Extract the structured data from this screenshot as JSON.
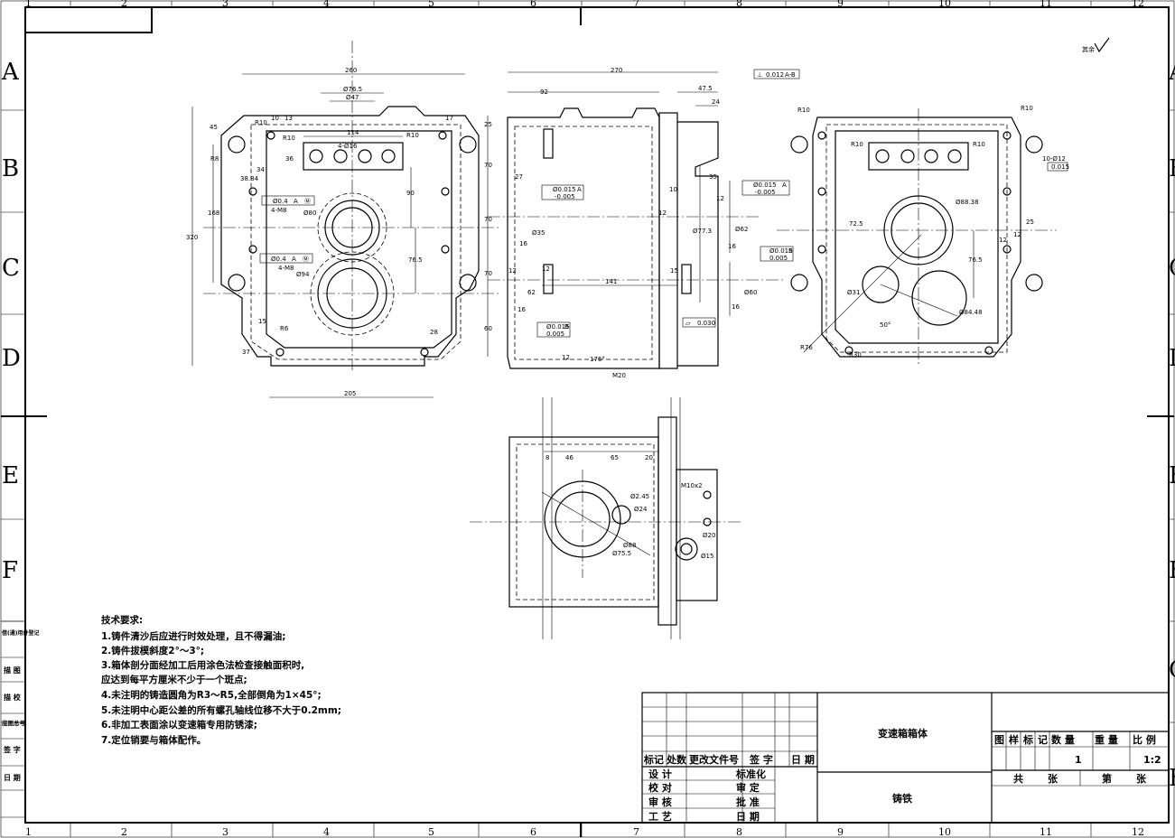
{
  "zones": {
    "columns": [
      "1",
      "2",
      "3",
      "4",
      "5",
      "6",
      "7",
      "8",
      "9",
      "10",
      "11",
      "12"
    ],
    "rows": [
      "A",
      "B",
      "C",
      "D",
      "E",
      "F",
      "G",
      "H"
    ]
  },
  "roughness_mark": "其余",
  "view_top_left": {
    "dims": [
      "260",
      "Ø76.5",
      "Ø47",
      "114",
      "10",
      "13",
      "R10",
      "17",
      "25",
      "70",
      "70",
      "70",
      "60",
      "45",
      "R8",
      "34",
      "38.84",
      "36",
      "4-Ø16",
      "90",
      "168",
      "320",
      "Ø80",
      "4-M8",
      "76.5",
      "4-M8",
      "Ø94",
      "15",
      "R6",
      "28",
      "37",
      "205",
      "R10",
      "R10"
    ],
    "gdt1": [
      "Ø0.4",
      "A",
      "Ⓜ"
    ],
    "gdt2": [
      "Ø0.4",
      "A",
      "Ⓜ"
    ]
  },
  "view_top_mid": {
    "dims": [
      "270",
      "92",
      "47.5",
      "24",
      "27",
      "35",
      "12",
      "12",
      "Ø35",
      "16",
      "Ø77.3",
      "Ø62",
      "16",
      "141",
      "12",
      "15",
      "Ø60",
      "16",
      "12",
      "62",
      "16",
      "176°",
      "M20",
      "12",
      "10"
    ],
    "datum_top": [
      "⊥",
      "0.012",
      "A-B"
    ],
    "gdt_a": [
      "Ø0.015",
      "A",
      "-0.005"
    ],
    "gdt_b": [
      "Ø0.015",
      "A",
      "-0.005"
    ],
    "gdt_c": [
      "Ø0.015",
      "B",
      "0.005"
    ],
    "gdt_d": [
      "Ø0.015",
      "B",
      "0.005"
    ],
    "flat": [
      "▱",
      "0.030"
    ]
  },
  "view_top_right": {
    "dims": [
      "R10",
      "R10",
      "R10",
      "R10",
      "10-Ø12",
      "0.015",
      "72.5",
      "Ø88.38",
      "12",
      "12",
      "76.5",
      "Ø31",
      "50°",
      "Ø84.48",
      "R76",
      "R30",
      "25"
    ]
  },
  "view_bottom": {
    "dims": [
      "8",
      "46",
      "65",
      "20",
      "M10x2",
      "Ø2.45",
      "Ø24",
      "Ø88",
      "Ø75.5",
      "Ø20",
      "Ø15"
    ]
  },
  "notes": {
    "title": "技术要求:",
    "lines": [
      "1.铸件清沙后应进行时效处理，且不得漏油;",
      "2.铸件拔模斜度2°～3°;",
      "3.箱体剖分面经加工后用涂色法检查接触面积时,",
      "   应达到每平方厘米不少于一个斑点;",
      "4.未注明的铸造圆角为R3～R5,全部倒角为1×45°;",
      "5.未注明中心距公差的所有螺孔轴线位移不大于0.2mm;",
      "6.非加工表面涂以变速箱专用防锈漆;",
      "7.定位销要与箱体配作。"
    ]
  },
  "side_labels": [
    "借(通)用件登记",
    "描 图",
    "描 校",
    "底图总号",
    "签 字",
    "日 期"
  ],
  "title_block": {
    "rev_header": [
      "标记",
      "处数",
      "更改文件号",
      "签 字",
      "日 期"
    ],
    "roles_left": [
      "设 计",
      "校 对",
      "审 核",
      "工 艺"
    ],
    "roles_right": [
      "标准化",
      "审 定",
      "批 准",
      "日 期"
    ],
    "part_name": "变速箱箱体",
    "material": "铸铁",
    "right_header": [
      "图样标记",
      "数 量",
      "重 量",
      "比 例"
    ],
    "quantity": "1",
    "scale": "1:2",
    "sheets": [
      "共",
      "张",
      "第",
      "张"
    ]
  }
}
